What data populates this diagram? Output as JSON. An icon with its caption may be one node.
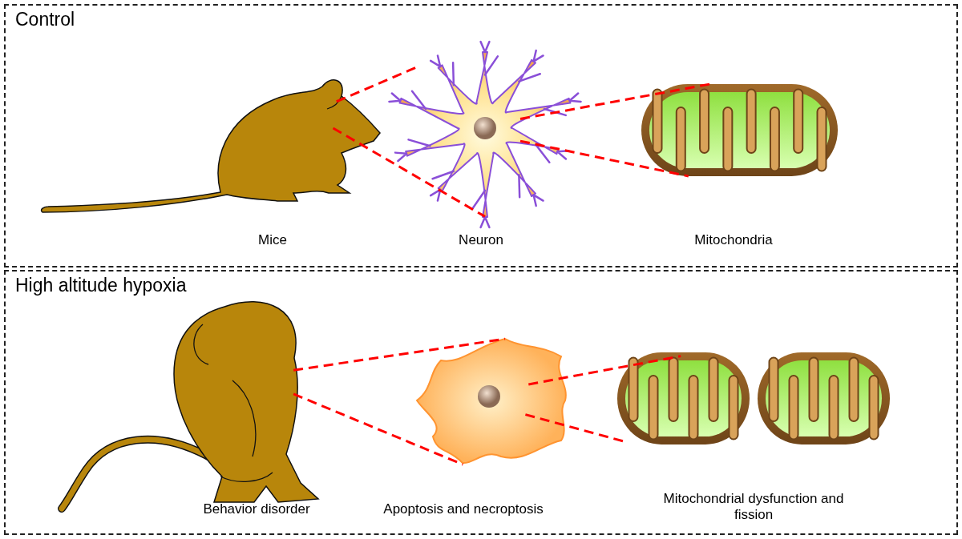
{
  "diagram": {
    "nodes": [
      {
        "text": [
          "Control"
        ]
      },
      {
        "text": [],
        "shape": "picture",
        "in": 0
      },
      {
        "text": [],
        "shape": "picture",
        "in": 0
      },
      {
        "text": [],
        "shape": "picture",
        "in": 0
      },
      {
        "text": [
          "High altitude hypoxia"
        ]
      },
      {
        "text": [],
        "shape": "picture",
        "in": 4
      },
      {
        "text": [],
        "shape": "picture",
        "in": 4
      },
      {
        "text": [],
        "shape": "picture",
        "in": 4
      },
      {
        "text": [],
        "shape": "picture",
        "in": 4
      }
    ],
    "edges": [
      {
        "from": 1,
        "to": 2,
        "arrow": "none",
        "style": "dashed",
        "color": "#ff0000"
      },
      {
        "from": 1,
        "to": 2,
        "arrow": "none",
        "style": "dashed",
        "color": "#ff0000"
      },
      {
        "from": 2,
        "to": 3,
        "arrow": "none",
        "style": "dashed",
        "color": "#ff0000"
      },
      {
        "from": 2,
        "to": 3,
        "arrow": "none",
        "style": "dashed",
        "color": "#ff0000"
      },
      {
        "from": 5,
        "to": 6,
        "arrow": "none",
        "style": "dashed",
        "color": "#ff0000"
      },
      {
        "from": 5,
        "to": 6,
        "arrow": "none",
        "style": "dashed",
        "color": "#ff0000"
      },
      {
        "from": 6,
        "to": 7,
        "arrow": "none",
        "style": "dashed",
        "color": "#ff0000"
      },
      {
        "from": 6,
        "to": 7,
        "arrow": "none",
        "style": "dashed",
        "color": "#ff0000"
      }
    ],
    "labels": [
      "Mice",
      "Neuron",
      "Mitochondria",
      "Behavior disorder",
      "Apoptosis and necroptosis",
      "Mitochondrial dysfunction and fission"
    ]
  }
}
